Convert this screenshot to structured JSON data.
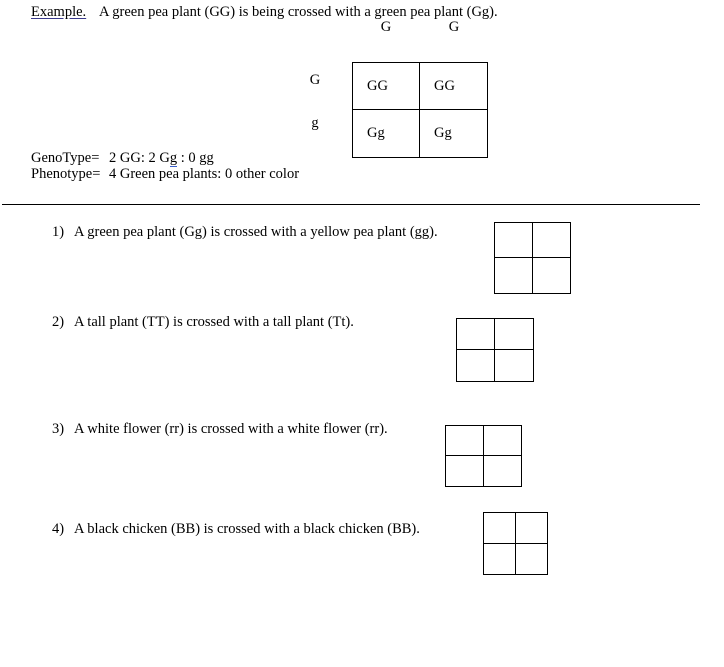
{
  "document": {
    "example": {
      "label": "Example.",
      "sentence": "A green pea plant (GG) is being crossed with a green pea plant (Gg).",
      "square": {
        "column_headers": [
          "G",
          "G"
        ],
        "row_headers": [
          "G",
          "g"
        ],
        "cells": [
          "GG",
          "GG",
          "Gg",
          "Gg"
        ]
      },
      "genotype_label": "GenoType=",
      "genotype_value_part1": "2 GG: 2 G",
      "genotype_value_mark": "g",
      "genotype_value_part2": " : 0 gg",
      "phenotype_label": "Phenotype=",
      "phenotype_value": "4 Green pea plants: 0 other color"
    },
    "questions": [
      {
        "number": "1)",
        "text": "A green pea plant (Gg) is crossed with a yellow pea plant (gg).",
        "square": {
          "cells": [
            "",
            "",
            "",
            ""
          ]
        }
      },
      {
        "number": "2)",
        "text": "A tall plant (TT) is crossed with a tall plant (Tt).",
        "square": {
          "cells": [
            "",
            "",
            "",
            ""
          ]
        }
      },
      {
        "number": "3)",
        "text": "A white flower (rr) is crossed with a white flower (rr).",
        "square": {
          "cells": [
            "",
            "",
            "",
            ""
          ]
        }
      },
      {
        "number": "4)",
        "text": "A black chicken (BB) is crossed with a black chicken (BB).",
        "square": {
          "cells": [
            "",
            "",
            "",
            ""
          ]
        }
      }
    ],
    "colors": {
      "text": "#000000",
      "rule": "#000000",
      "spellcheck_underline": "#3a5fcd",
      "background": "#ffffff"
    }
  }
}
